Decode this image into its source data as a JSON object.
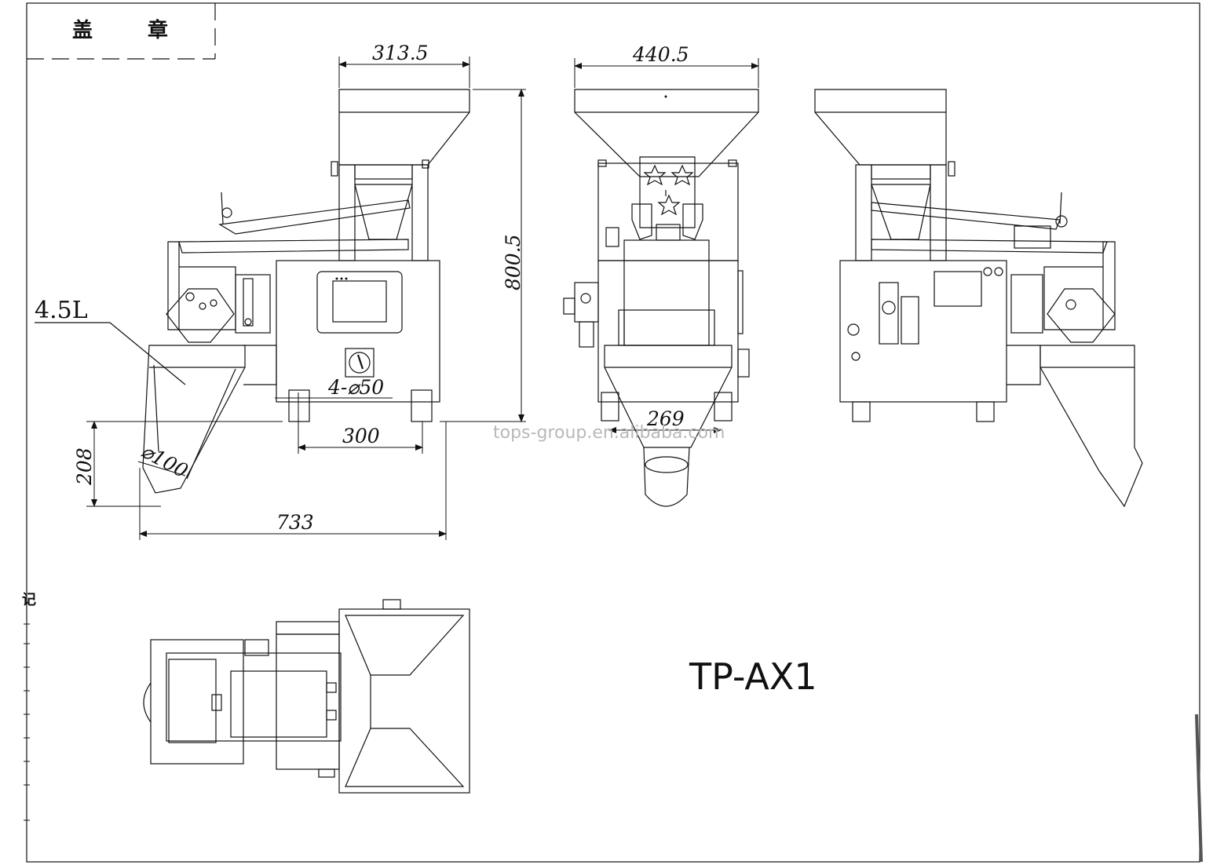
{
  "stamp": {
    "char1": "盖",
    "char2": "章"
  },
  "side_label": "记",
  "model": "TP-AX1",
  "watermark": "tops-group.en.alibaba.com",
  "labels": {
    "volume": "4.5L"
  },
  "dimensions": {
    "top_width_front": "313.5",
    "top_width_side": "440.5",
    "height": "800.5",
    "feet": "4-⌀50",
    "feet_spacing": "300",
    "outlet_height": "208",
    "outlet_diameter": "⌀100",
    "overall_width": "733",
    "side_width": "269"
  }
}
